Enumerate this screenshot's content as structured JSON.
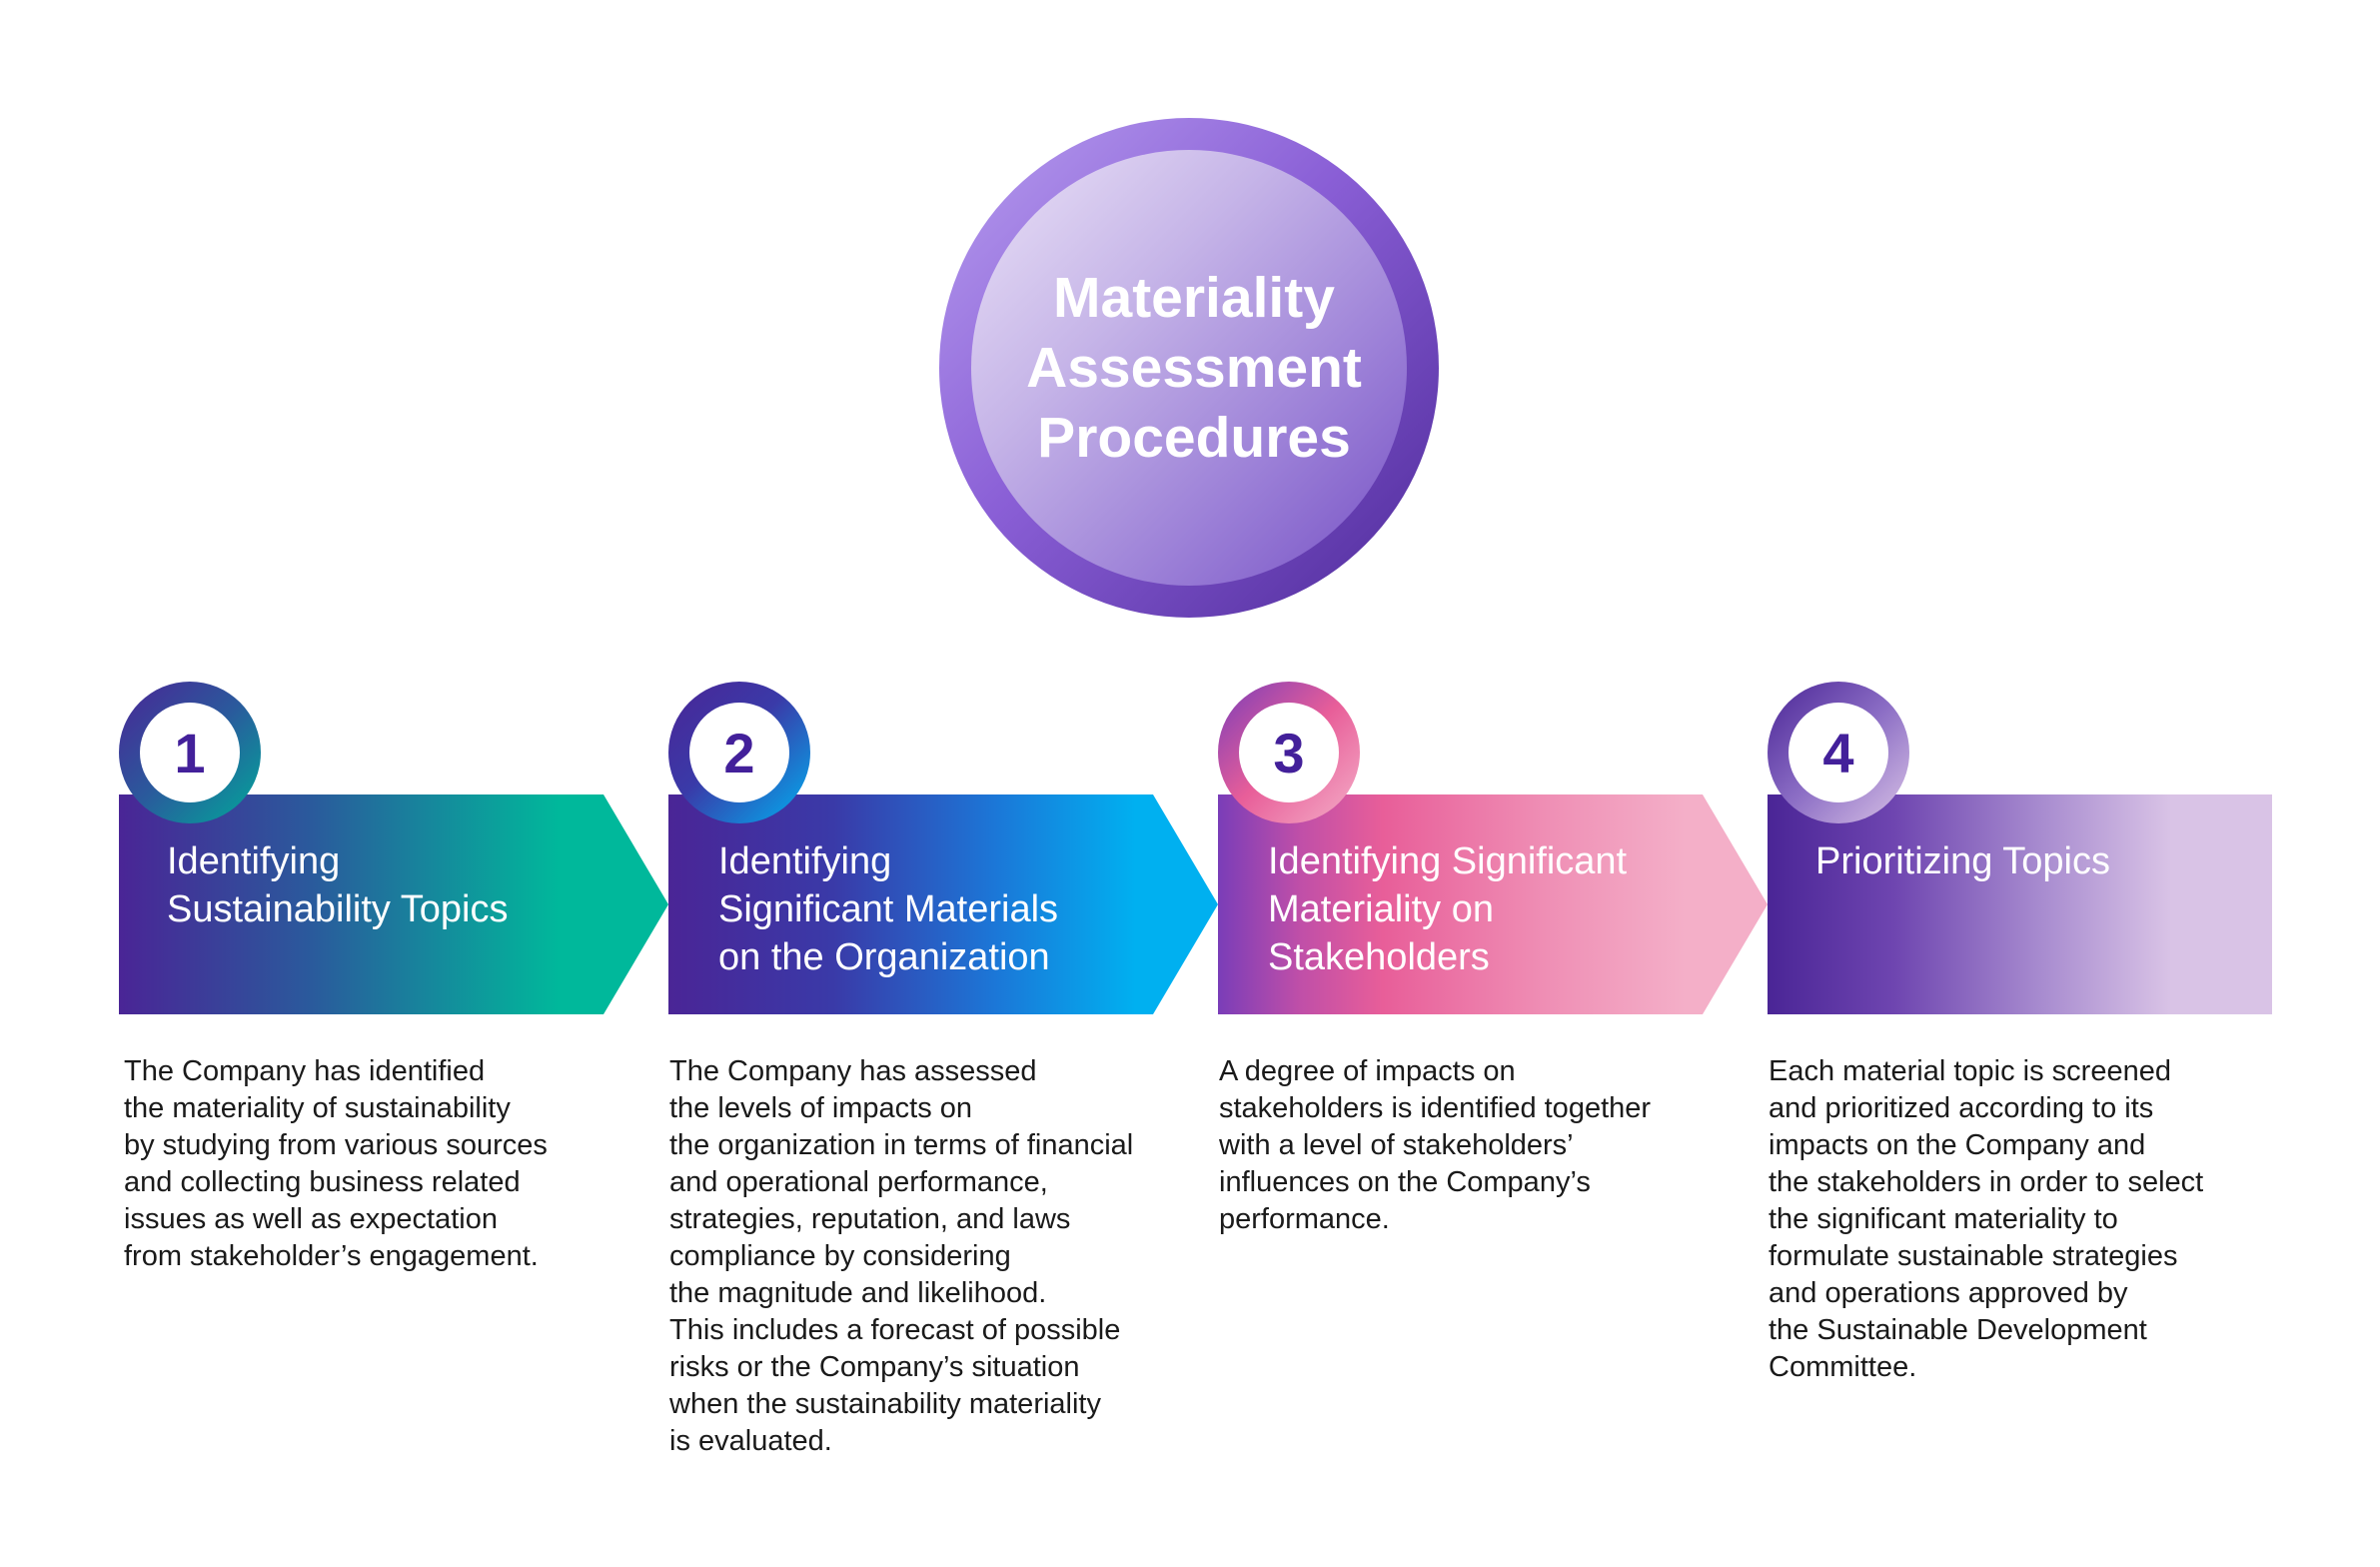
{
  "hub": {
    "title": "Materiality\nAssessment\nProcedures"
  },
  "steps": [
    {
      "number": "1",
      "title": "Identifying\nSustainability Topics",
      "description": "The Company has identified\nthe materiality of sustainability\nby studying from various sources\nand collecting business related\nissues as well as expectation\nfrom stakeholder’s engagement.",
      "colors": {
        "start": "#4a2596",
        "end": "#00b89b"
      }
    },
    {
      "number": "2",
      "title": "Identifying\nSignificant Materials\non the Organization",
      "description": "The Company has assessed\nthe levels of impacts on\nthe organization in terms of financial\nand operational performance,\nstrategies, reputation, and laws\ncompliance by considering\nthe magnitude and likelihood.\nThis includes a forecast of possible\nrisks or the Company’s situation\nwhen the sustainability materiality\nis evaluated.",
      "colors": {
        "start": "#4a2596",
        "end": "#00b0f0"
      }
    },
    {
      "number": "3",
      "title": "Identifying Significant\nMateriality on\nStakeholders",
      "description": "A degree of impacts on\nstakeholders is identified together\nwith a level of stakeholders’\ninfluences on the Company’s\nperformance.",
      "colors": {
        "start": "#7a3db8",
        "mid": "#e85e99",
        "end": "#f4afc8"
      }
    },
    {
      "number": "4",
      "title": "Prioritizing Topics",
      "description": "Each material topic is screened\nand prioritized according to its\nimpacts on the Company and\nthe stakeholders in order to select\nthe significant materiality to\nformulate sustainable strategies\nand operations approved by\nthe Sustainable Development\nCommittee.",
      "colors": {
        "start": "#4a2596",
        "end": "#d9c3e6"
      }
    }
  ]
}
